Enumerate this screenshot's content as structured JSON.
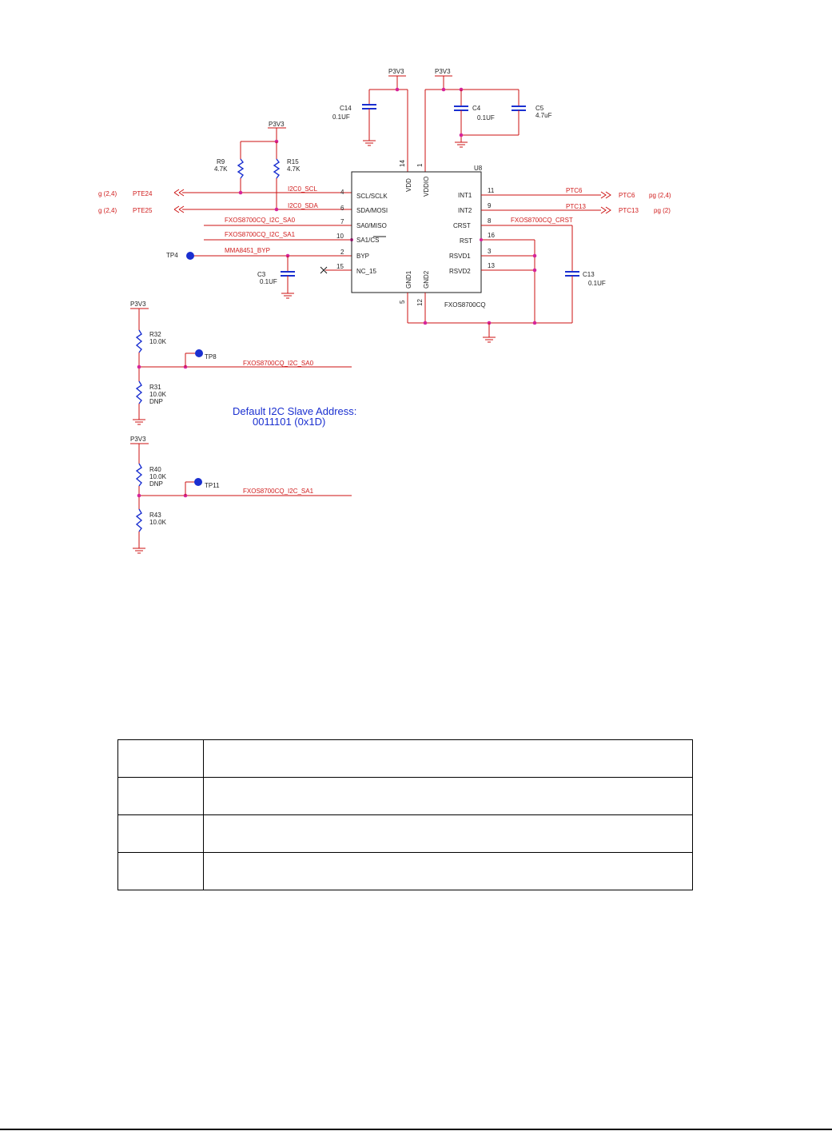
{
  "colors": {
    "wire": "#cc1111",
    "outline": "#1a1a1a",
    "blue": "#1a2fd0",
    "junction": "#d6249a"
  },
  "power": {
    "p3v3": "P3V3"
  },
  "ic": {
    "ref": "U8",
    "part": "FXOS8700CQ",
    "left_pins": [
      {
        "num": "4",
        "name": "SCL/SCLK"
      },
      {
        "num": "6",
        "name": "SDA/MOSI"
      },
      {
        "num": "7",
        "name": "SA0/MISO"
      },
      {
        "num": "10",
        "name": "SA1/CS"
      },
      {
        "num": "2",
        "name": "BYP"
      },
      {
        "num": "15",
        "name": "NC_15"
      }
    ],
    "right_pins": [
      {
        "num": "11",
        "name": "INT1"
      },
      {
        "num": "9",
        "name": "INT2"
      },
      {
        "num": "8",
        "name": "CRST"
      },
      {
        "num": "16",
        "name": "RST"
      },
      {
        "num": "3",
        "name": "RSVD1"
      },
      {
        "num": "13",
        "name": "RSVD2"
      }
    ],
    "top_pins": [
      {
        "num": "14",
        "name": "VDD"
      },
      {
        "num": "1",
        "name": "VDDIO"
      }
    ],
    "bottom_pins": [
      {
        "num": "5",
        "name": "GND1"
      },
      {
        "num": "12",
        "name": "GND2"
      }
    ]
  },
  "nets": {
    "scl": "I2C0_SCL",
    "sda": "I2C0_SDA",
    "sa0": "FXOS8700CQ_I2C_SA0",
    "sa1": "FXOS8700CQ_I2C_SA1",
    "byp": "MMA8451_BYP",
    "crst": "FXOS8700CQ_CRST",
    "ptc6": "PTC6",
    "ptc13": "PTC13"
  },
  "offpage": {
    "left": [
      {
        "page": "g (2,4)",
        "port": "PTE24"
      },
      {
        "page": "g (2,4)",
        "port": "PTE25"
      }
    ],
    "right": [
      {
        "port": "PTC6",
        "page": "pg (2,4)"
      },
      {
        "port": "PTC13",
        "page": "pg (2)"
      }
    ]
  },
  "components": {
    "c14": {
      "ref": "C14",
      "value": "0.1UF"
    },
    "c4": {
      "ref": "C4",
      "value": "0.1UF"
    },
    "c5": {
      "ref": "C5",
      "value": "4.7uF"
    },
    "c3": {
      "ref": "C3",
      "value": "0.1UF"
    },
    "c13": {
      "ref": "C13",
      "value": "0.1UF"
    },
    "r9": {
      "ref": "R9",
      "value": "4.7K"
    },
    "r15": {
      "ref": "R15",
      "value": "4.7K"
    },
    "r32": {
      "ref": "R32",
      "value": "10.0K"
    },
    "r31": {
      "ref": "R31",
      "value": "10.0K",
      "note": "DNP"
    },
    "r40": {
      "ref": "R40",
      "value": "10.0K",
      "note": "DNP"
    },
    "r43": {
      "ref": "R43",
      "value": "10.0K"
    }
  },
  "testpoints": {
    "tp4": "TP4",
    "tp8": "TP8",
    "tp11": "TP11"
  },
  "annotation": {
    "line1": "Default I2C Slave Address:",
    "line2": "0011101 (0x1D)"
  },
  "table": {
    "rows": [
      [
        "",
        ""
      ],
      [
        "",
        ""
      ],
      [
        "",
        ""
      ],
      [
        "",
        ""
      ]
    ]
  }
}
